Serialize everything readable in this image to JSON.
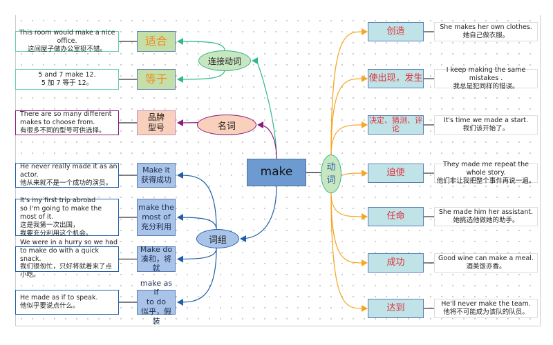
{
  "center": "make",
  "verb_node": "动\n词",
  "left_groups": {
    "linking": {
      "label": "连接动词",
      "items": [
        {
          "term": "适合",
          "example_en": "This room would make a nice office.",
          "example_zh": "这间屋子做办公室挺不错。"
        },
        {
          "term": "等于",
          "example_en": "5 and 7 make 12.",
          "example_zh": "5 加 7 等于 12。"
        }
      ]
    },
    "noun": {
      "label": "名词",
      "items": [
        {
          "term": "品牌\n型号",
          "example_en": "There are so many different makes to choose from.",
          "example_zh": "有很多不同的型号可供选择。"
        }
      ]
    },
    "phrase": {
      "label": "词组",
      "items": [
        {
          "term": "Make it\n获得成功",
          "example_en": "He never really made it as an actor.",
          "example_zh": "他从来就不是一个成功的演员。"
        },
        {
          "term": "make the\nmost of\n充分利用",
          "example_en": "It's my first trip abroad\nso I'm going to make the most of it.",
          "example_zh": "这是我第一次出国，\n我要充分利用这个机会。"
        },
        {
          "term": "Make do\n凑和，将就",
          "example_en": "We were in a hurry so we had to make do with a quick snack.",
          "example_zh": "我们很匆忙，只好将就着来了点小吃。"
        },
        {
          "term": "make as if\nto do\n似乎，假装",
          "example_en": "He made as if to speak.",
          "example_zh": "他似乎要说点什么。"
        }
      ]
    }
  },
  "verb_items": [
    {
      "term": "创造",
      "example_en": "She makes her own clothes.",
      "example_zh": "她自己做衣服。"
    },
    {
      "term": "使出现，发生",
      "example_en": "I keep making the same mistakes .",
      "example_zh": "我总是犯同样的错误。"
    },
    {
      "term": "决定、猜测、评论",
      "example_en": "It's time we made a start.",
      "example_zh": "我们该开始了。"
    },
    {
      "term": "迫使",
      "example_en": "They made me repeat the whole story.",
      "example_zh": "他们非让我把整个事件再说一遍。"
    },
    {
      "term": "任命",
      "example_en": "She made him her assistant.",
      "example_zh": "她挑选他做她的助手。"
    },
    {
      "term": "成功",
      "example_en": "Good wine can make a meal.",
      "example_zh": "酒美饭亦香。"
    },
    {
      "term": "达到",
      "example_en": "He'll never make the team.",
      "example_zh": "他将不可能成为该队的队员。"
    }
  ],
  "colors": {
    "linking": "#2fb888",
    "noun": "#8b1a7e",
    "phrase": "#1f5fa8",
    "verb": "#f5a623",
    "center": "#6d9bd1"
  }
}
